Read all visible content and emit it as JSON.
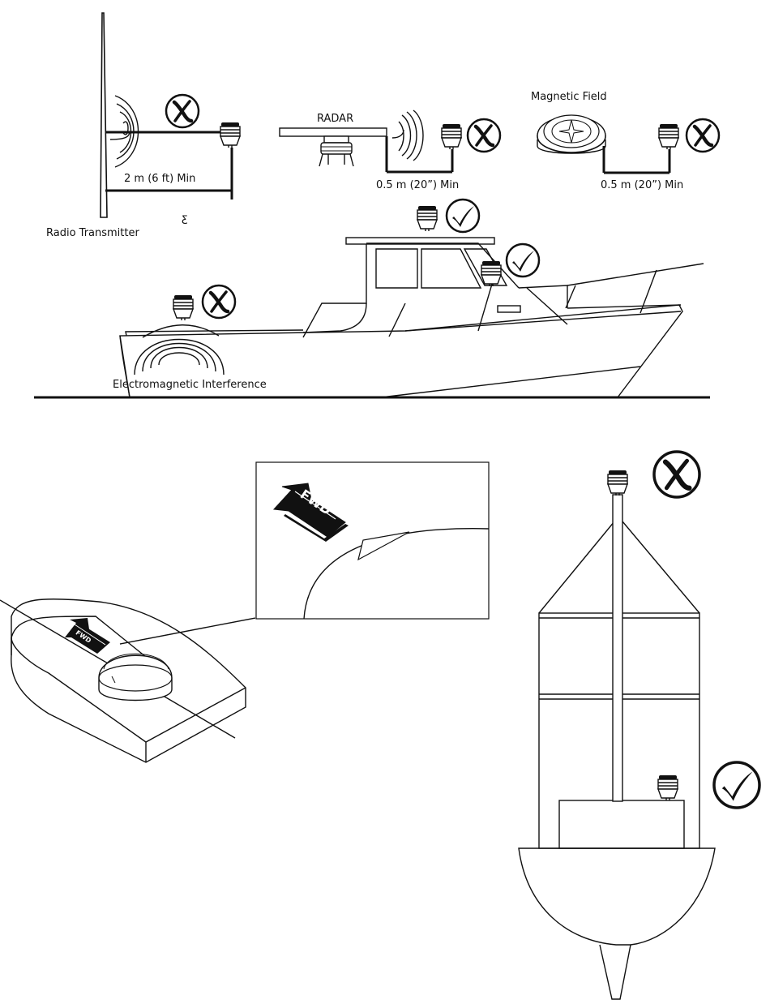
{
  "labels": {
    "radio_transmitter": "Radio Transmitter",
    "radar": "RADAR",
    "magnetic_field": "Magnetic Field",
    "em_interference": "Electromagnetic Interference",
    "dist_radio": "2  m (6 ft) Min",
    "dist_radar": "0.5 m (20”) Min",
    "dist_magnetic": "0.5 m (20”) Min",
    "stray_glyph": "ƹ",
    "fwd": "FWD"
  },
  "colors": {
    "ink": "#111111",
    "background": "#ffffff",
    "housing": "#cccccc"
  },
  "icons": {
    "ok": "checkmark-icon",
    "bad": "cross-icon",
    "sensor": "compass-sensor-icon"
  }
}
